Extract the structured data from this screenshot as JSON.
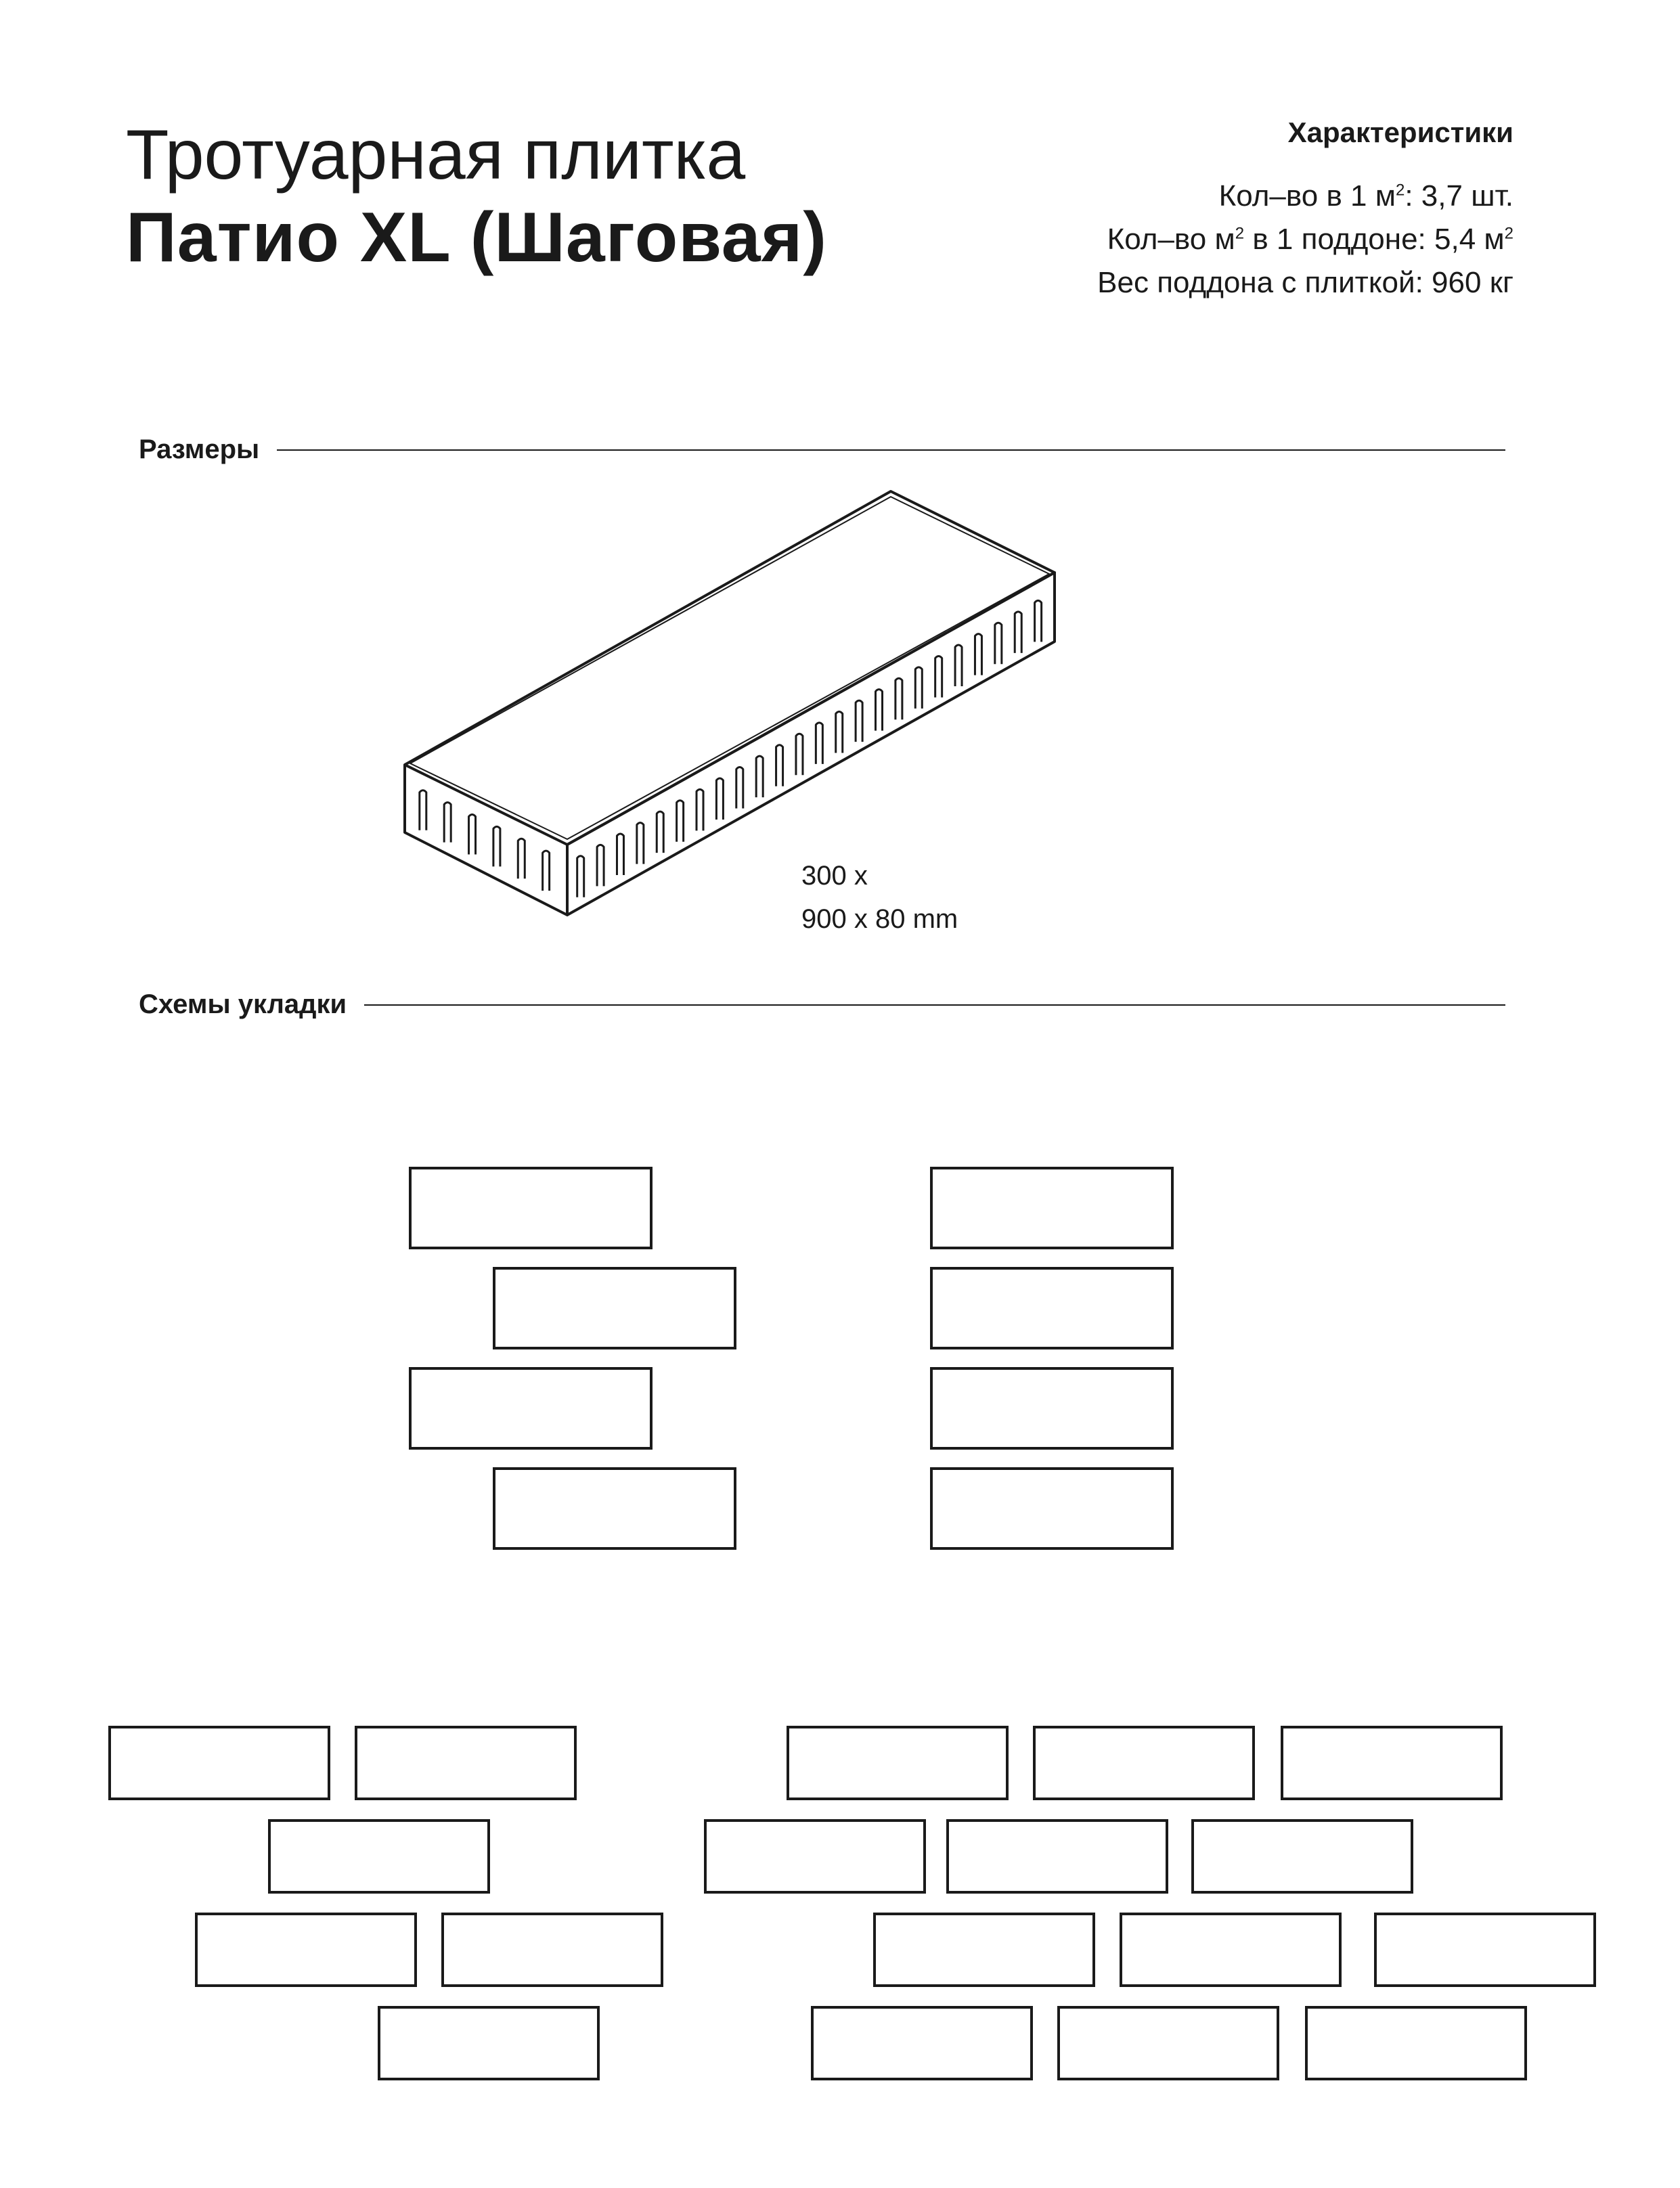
{
  "header": {
    "title_line1": "Тротуарная плитка",
    "title_line2": "Патио XL  (Шаговая)"
  },
  "specs": {
    "heading": "Характеристики",
    "qty_per_m2_prefix": "Кол–во в 1 м",
    "qty_per_m2_value": ": 3,7 шт.",
    "m2_per_pallet_prefix": "Кол–во м",
    "m2_per_pallet_value": " в 1 поддоне: 5,4 м",
    "pallet_weight": "Вес поддона с плиткой: 960 кг",
    "superscript": "2"
  },
  "sections": {
    "dimensions": "Размеры",
    "layouts": "Схемы укладки"
  },
  "dimensions": {
    "line1": "300 x",
    "line2": "900 x 80 mm"
  },
  "colors": {
    "stroke": "#1a1a1a",
    "background": "#ffffff"
  }
}
